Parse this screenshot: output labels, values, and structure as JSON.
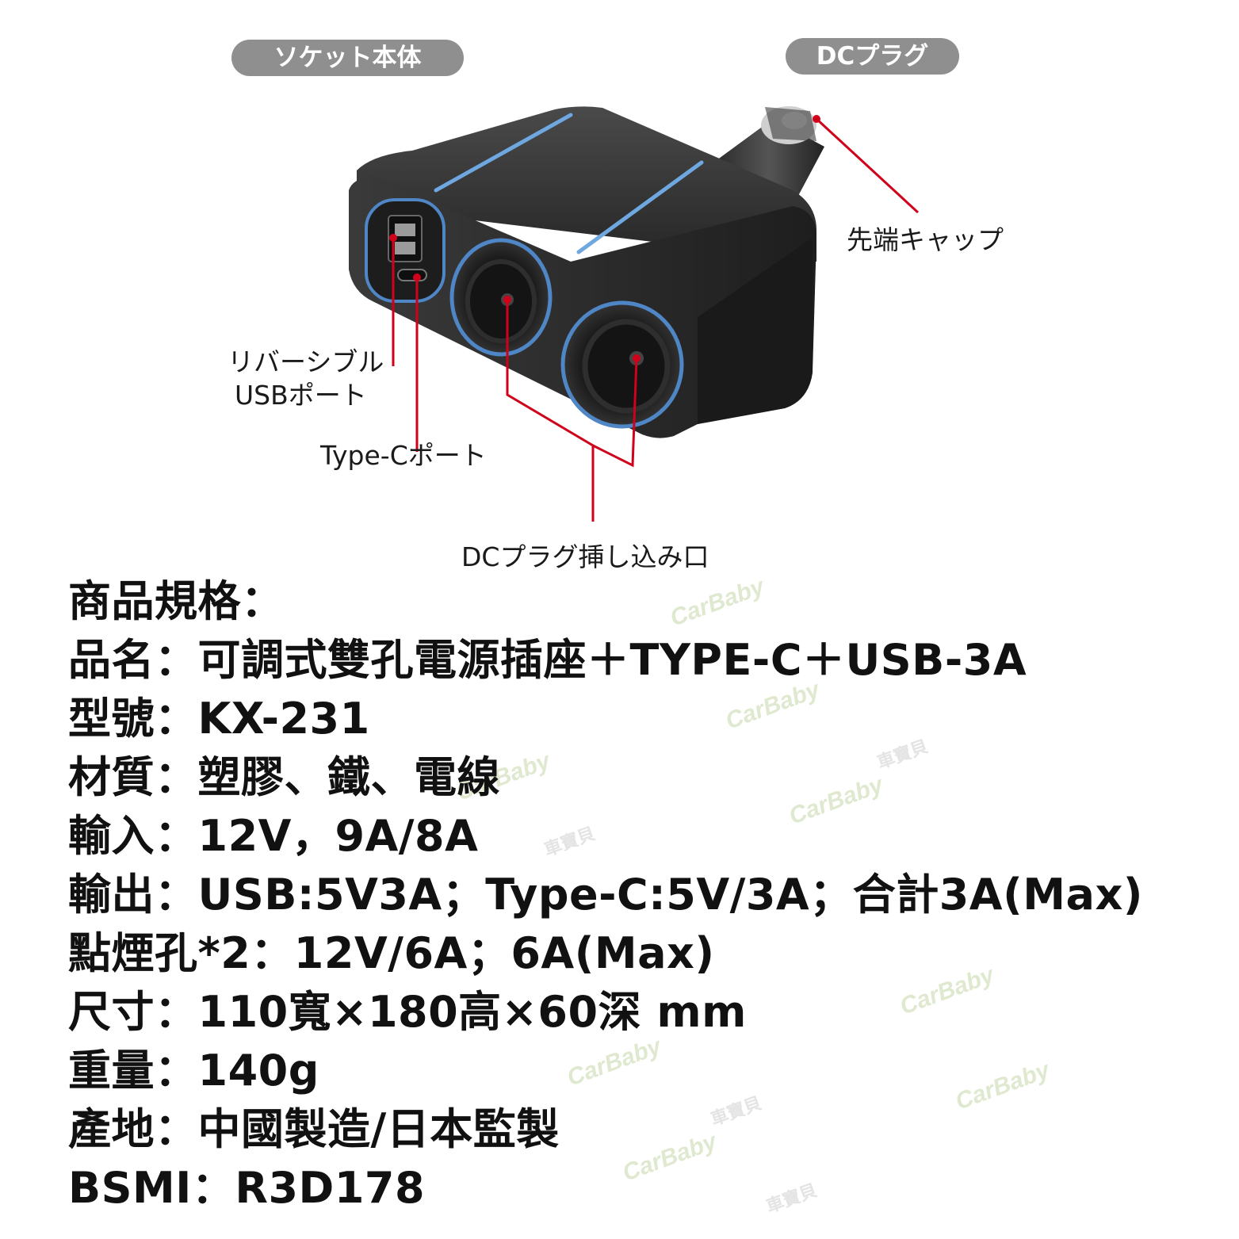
{
  "labels": {
    "socket_body": "ソケット本体",
    "dc_plug": "DCプラグ",
    "tip_cap": "先端キャップ",
    "usb_port_line1": "リバーシブル",
    "usb_port_line2": "USBポート",
    "typec_port": "Type-Cポート",
    "dc_inlet": "DCプラグ挿し込み口"
  },
  "colors": {
    "pill": "#8f8f8f",
    "leader": "#d0021b",
    "body": "#2c2c2c",
    "accent_glow": "#5b9bd5"
  },
  "specs": {
    "heading": "商品規格：",
    "lines": [
      "品名：可調式雙孔電源插座＋TYPE-C＋USB-3A",
      "型號：KX-231",
      "材質：塑膠、鐵、電線",
      "輸入：12V，9A/8A",
      "輸出：USB:5V3A；Type-C:5V/3A；合計3A(Max)",
      "點煙孔*2：12V/6A；6A(Max)",
      "尺寸：110寬×180高×60深 mm",
      "重量：140g",
      "產地：中國製造/日本監製",
      "BSMI：R3D178"
    ]
  },
  "watermark": {
    "brand": "CarBaby",
    "brand_cn": "車寶貝"
  }
}
